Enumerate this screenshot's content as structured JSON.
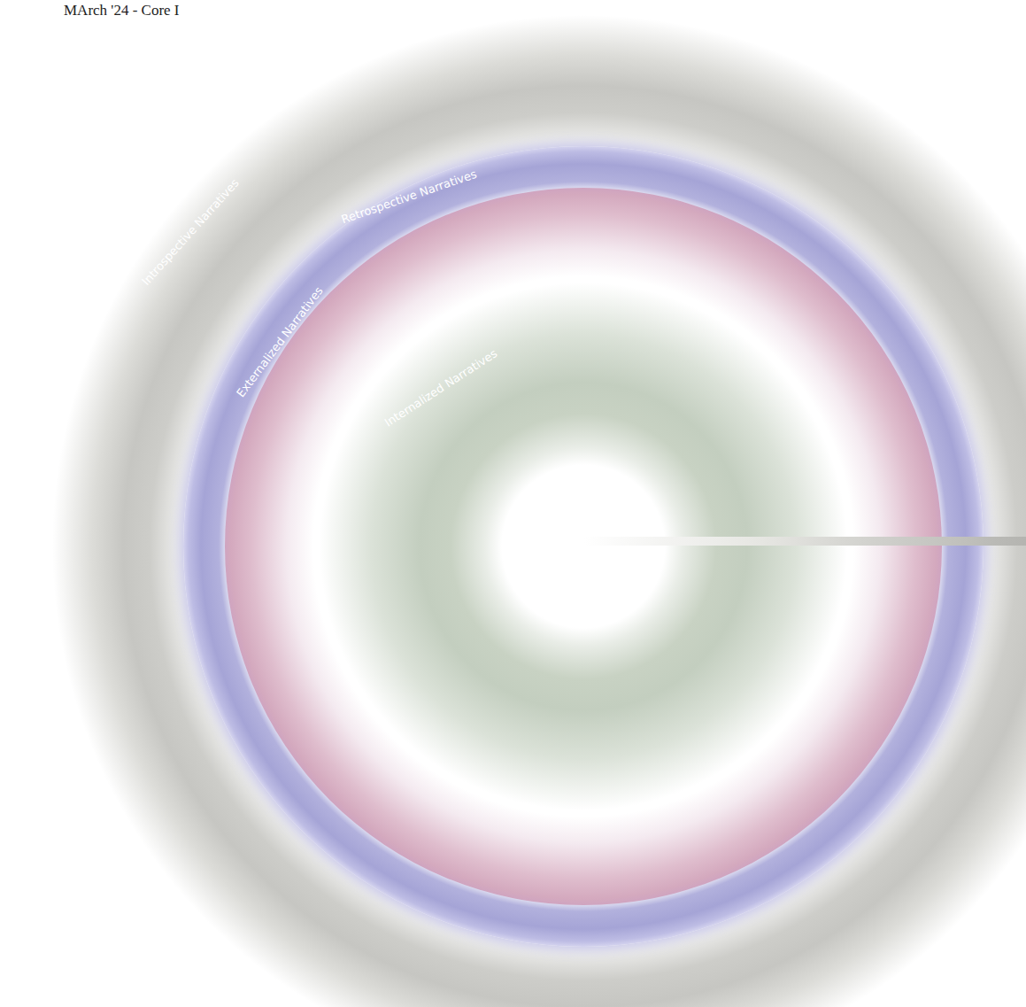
{
  "diagram": {
    "nodes": [
      {
        "text": [
          "Introspective Narratives"
        ]
      },
      {
        "text": [
          "Retrospective Narratives"
        ],
        "in": 0
      },
      {
        "text": [
          "Externalized Narratives"
        ],
        "in": 1
      },
      {
        "text": [
          "Internalized Narratives"
        ],
        "in": 2
      }
    ],
    "labels": [
      "MArch '24 - Core I"
    ]
  }
}
